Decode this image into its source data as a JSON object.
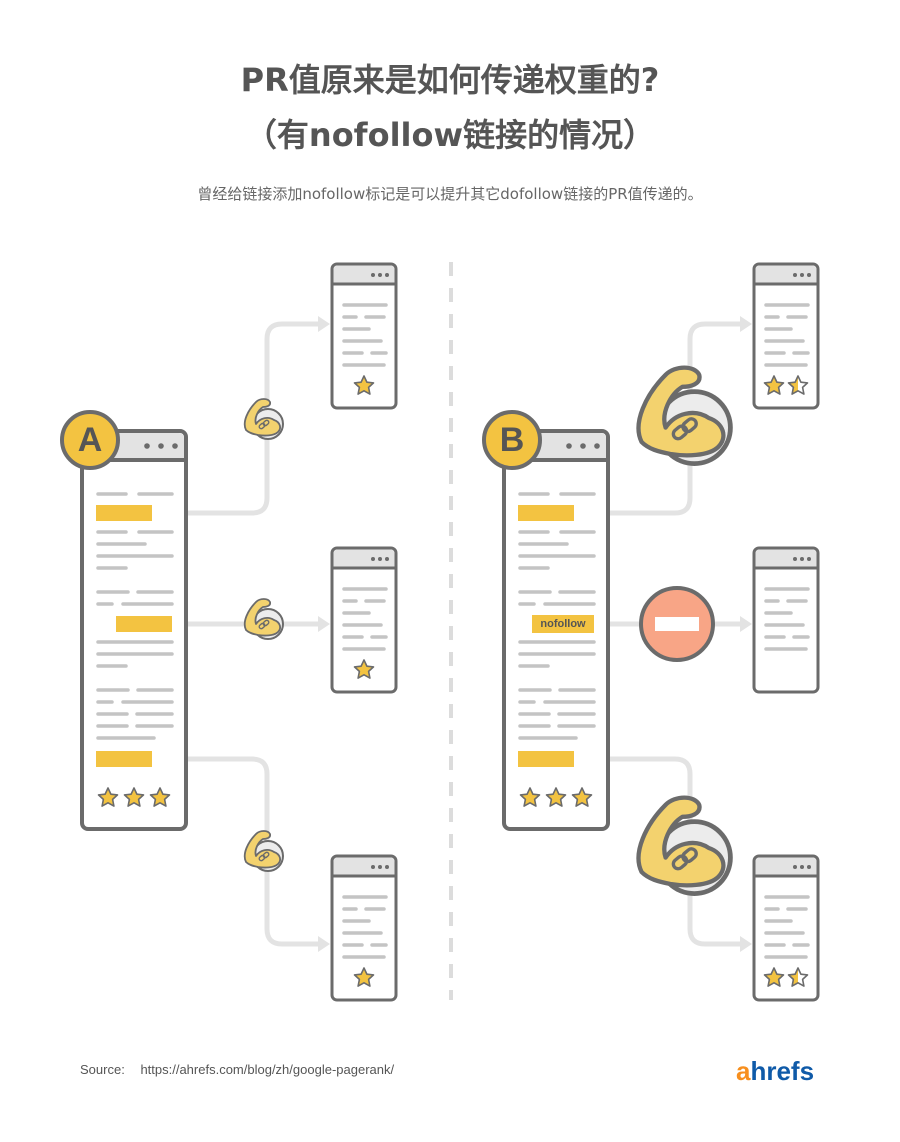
{
  "header": {
    "title_line1": "PR值原来是如何传递权重的?",
    "title_line2": "（有nofollow链接的情况）",
    "subtitle": "曾经给链接添加nofollow标记是可以提升其它dofollow链接的PR值传递的。"
  },
  "diagram": {
    "scenario_a": {
      "badge": "A",
      "source_page_stars": 3,
      "links": [
        {
          "type": "dofollow",
          "icon": "flexed-arm-link-icon-small",
          "target_stars": 1
        },
        {
          "type": "dofollow",
          "icon": "flexed-arm-link-icon-small",
          "target_stars": 1
        },
        {
          "type": "dofollow",
          "icon": "flexed-arm-link-icon-small",
          "target_stars": 1
        }
      ]
    },
    "scenario_b": {
      "badge": "B",
      "source_page_stars": 3,
      "nofollow_label": "nofollow",
      "links": [
        {
          "type": "dofollow",
          "icon": "flexed-arm-link-icon-large",
          "target_stars": 1.5
        },
        {
          "type": "nofollow",
          "icon": "no-entry-icon",
          "target_stars": 0
        },
        {
          "type": "dofollow",
          "icon": "flexed-arm-link-icon-large",
          "target_stars": 1.5
        }
      ]
    },
    "colors": {
      "accent_yellow": "#f3c341",
      "outline_gray": "#6b6b6b",
      "connector_gray": "#e3e3e3",
      "text_line_gray": "#c4c4c4",
      "no_entry_salmon": "#f8a586"
    }
  },
  "footer": {
    "source_label": "Source:",
    "source_url": "https://ahrefs.com/blog/zh/google-pagerank/",
    "logo_a": "a",
    "logo_rest": "hrefs"
  }
}
